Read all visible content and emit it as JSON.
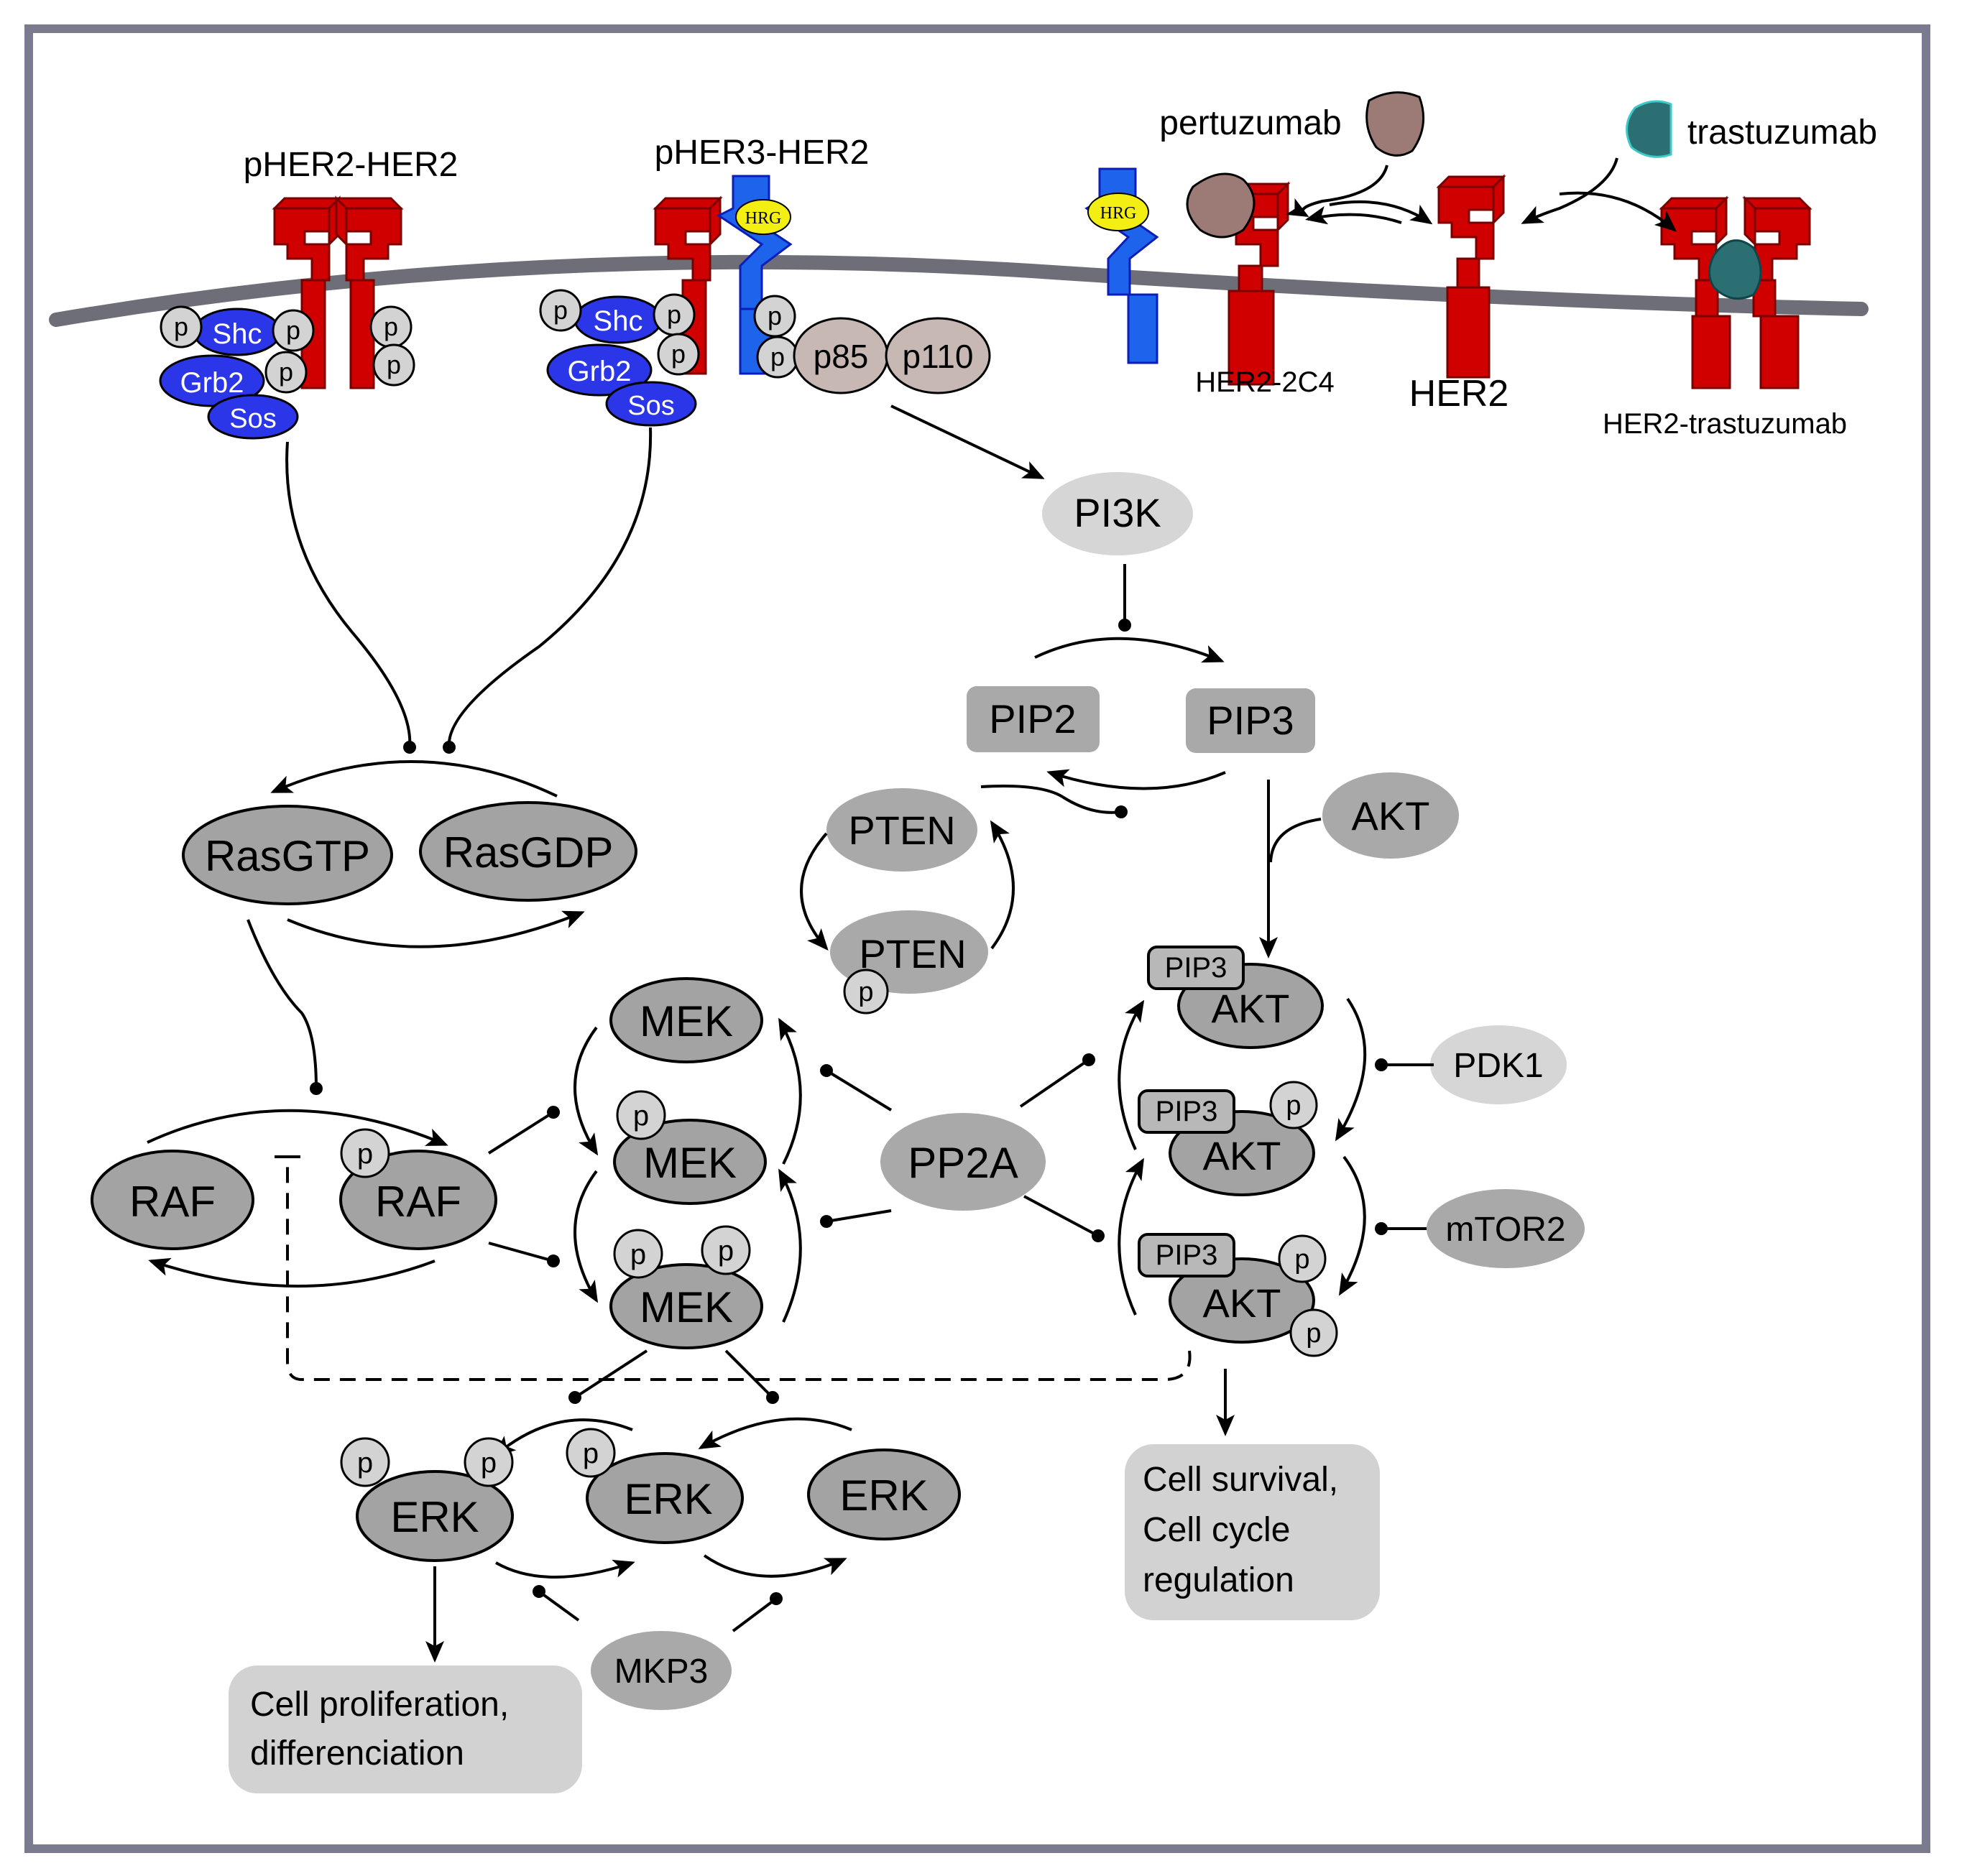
{
  "receptors": {
    "her2_dimer": "pHER2-HER2",
    "her3_dimer": "pHER3-HER2",
    "her2_2c4": "HER2-2C4",
    "her2": "HER2",
    "her2_trastuzumab": "HER2-trastuzumab",
    "hrg": "HRG"
  },
  "drugs": {
    "pertuzumab": "pertuzumab",
    "trastuzumab": "trastuzumab"
  },
  "adaptors": {
    "shc": "Shc",
    "grb2": "Grb2",
    "sos": "Sos",
    "p85": "p85",
    "p110": "p110",
    "p": "p"
  },
  "nodes": {
    "pi3k": "PI3K",
    "pip2": "PIP2",
    "pip3": "PIP3",
    "pten": "PTEN",
    "akt": "AKT",
    "pdk1": "PDK1",
    "mtor2": "mTOR2",
    "pp2a": "PP2A",
    "rasgtp": "RasGTP",
    "rasgdp": "RasGDP",
    "raf": "RAF",
    "mek": "MEK",
    "erk": "ERK",
    "mkp3": "MKP3"
  },
  "outcomes": {
    "survival_line1": "Cell survival,",
    "survival_line2": "Cell cycle",
    "survival_line3": "regulation",
    "prolif_line1": "Cell proliferation,",
    "prolif_line2": "differenciation"
  },
  "colors": {
    "receptor": "#d10000",
    "her3": "#1d63ec",
    "adaptor": "#2b36e8",
    "node": "#a3a3a3",
    "light_node": "#d6d6d6",
    "pertuzumab": "#9c7b76",
    "trastuzumab": "#2b6f73",
    "hrg": "#f3ef12",
    "frame": "#7a7b8e"
  }
}
